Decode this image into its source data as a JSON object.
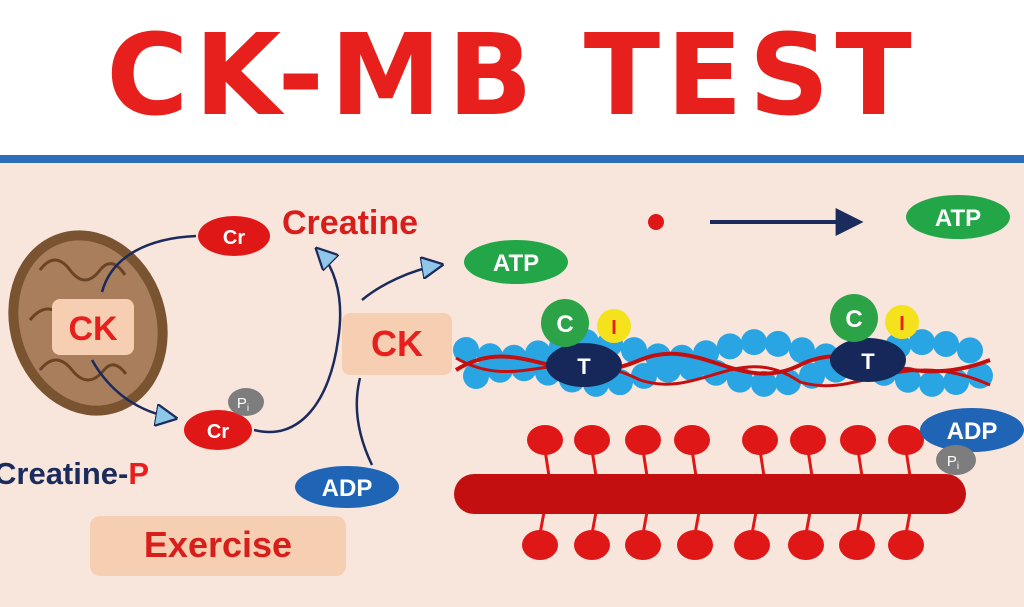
{
  "title": "CK-MB TEST",
  "labels": {
    "creatine": "Creatine",
    "creatine_p_main": "Creatine-",
    "creatine_p_suffix": "P",
    "cr": "Cr",
    "pi_p": "P",
    "pi_sub": "i",
    "ck": "CK",
    "atp": "ATP",
    "adp": "ADP",
    "exercise": "Exercise",
    "troponin_c": "C",
    "troponin_i": "I",
    "troponin_t": "T"
  },
  "colors": {
    "title_red": "#e8201d",
    "rule_blue": "#2b6db8",
    "panel_bg": "#f8e6dc",
    "atp_green": "#22a648",
    "adp_blue": "#1f64b5",
    "navy": "#1a2b5c",
    "actin_blue": "#2aa5e3",
    "myosin_red": "#c40f10"
  }
}
